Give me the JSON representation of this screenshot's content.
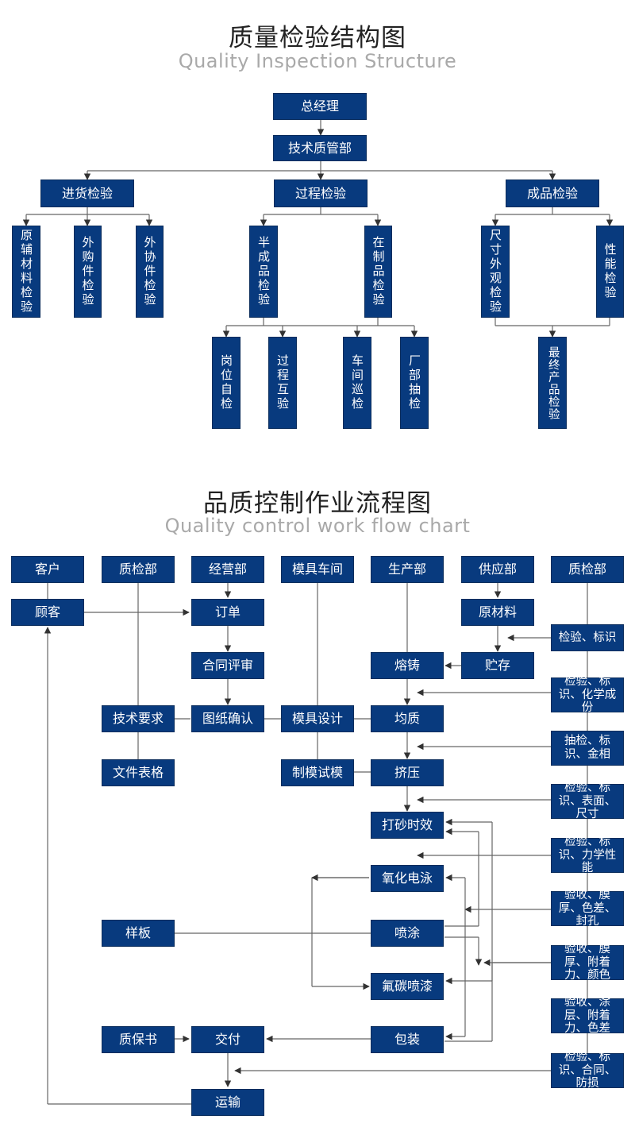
{
  "structure": {
    "title": "质量检验结构图",
    "subtitle": "Quality Inspection Structure",
    "general_manager": "总经理",
    "tech_quality_dept": "技术质管部",
    "incoming_inspection": "进货检验",
    "process_inspection": "过程检验",
    "finished_inspection": "成品检验",
    "raw_materials_inspection": "原辅材料检验",
    "purchased_parts_inspection": "外购件检验",
    "outsourced_parts_inspection": "外协件检验",
    "semi_finished_inspection": "半成品检验",
    "in_process_inspection": "在制品检验",
    "dimension_appearance_inspection": "尺寸外观检验",
    "performance_inspection": "性能检验",
    "station_self_inspection": "岗位自检",
    "process_mutual_inspection": "过程互验",
    "workshop_patrol_inspection": "车间巡检",
    "factory_sampling_inspection": "厂部抽检",
    "final_product_inspection": "最终产品检验"
  },
  "flow": {
    "title": "品质控制作业流程图",
    "subtitle": "Quality control work flow chart",
    "lanes": {
      "customer": "客户",
      "qc_left": "质检部",
      "business": "经营部",
      "mold_shop": "模具车间",
      "production": "生产部",
      "supply": "供应部",
      "qc_right": "质检部"
    },
    "nodes": {
      "client": "顾客",
      "order": "订单",
      "contract_review": "合同评审",
      "drawing_confirm": "图纸确认",
      "tech_requirements": "技术要求",
      "doc_forms": "文件表格",
      "mold_design": "模具设计",
      "mold_trial": "制模试模",
      "raw_material": "原材料",
      "storage": "贮存",
      "casting": "熔铸",
      "homogenizing": "均质",
      "extrusion": "挤压",
      "sanding_aging": "打砂时效",
      "anodizing": "氧化电泳",
      "powder_coating": "喷涂",
      "fluorocarbon_spray": "氟碳喷漆",
      "packaging": "包装",
      "sample_board": "样板",
      "warranty": "质保书",
      "delivery": "交付",
      "transport": "运输"
    },
    "checks": {
      "c1": "检验、标识",
      "c2": "检验、标识、化学成份",
      "c3": "抽检、标识、金相",
      "c4": "检验、标识、表面、尺寸",
      "c5": "检验、标识、力学性能",
      "c6": "验收、膜厚、色差、封孔",
      "c7": "验收、膜厚、附着力、颜色",
      "c8": "验收、涂层、附着力、色差",
      "c9": "检验、标识、合同、防损"
    }
  },
  "colors": {
    "box_fill": "#083a7e",
    "box_text": "#ffffff",
    "title_text": "#222222",
    "subtitle_text": "#a9a9a9"
  }
}
